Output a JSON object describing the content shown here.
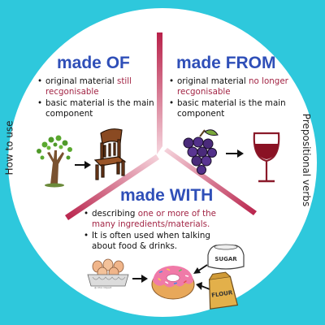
{
  "side_labels": {
    "left": "How to use",
    "right": "Prepositional verbs"
  },
  "made_of": {
    "heading": "made OF",
    "bullet1_plain": "original material ",
    "bullet1_highlight": "still recgonisable",
    "bullet2": "basic material is the main component"
  },
  "made_from": {
    "heading": "made FROM",
    "bullet1_plain": "original material ",
    "bullet1_highlight": "no longer recgonisable",
    "bullet2": "basic material is the main component"
  },
  "made_with": {
    "heading": "made WITH",
    "bullet1_plain": "describing ",
    "bullet1_highlight": "one or more of the many ingredients/materials.",
    "bullet2": "It is often used when talking about food & drinks."
  },
  "labels": {
    "sugar": "SUGAR",
    "flour": "FLOUR"
  },
  "icons": [
    "tree-icon",
    "chair-icon",
    "grapes-icon",
    "wine-glass-icon",
    "eggs-icon",
    "donut-icon",
    "sugar-bag-icon",
    "flour-bag-icon",
    "arrow-icon"
  ],
  "colors": {
    "background": "#2ec8dc",
    "heading": "#2f4fb8",
    "highlight": "#a32646",
    "divider": "#b8214a"
  }
}
